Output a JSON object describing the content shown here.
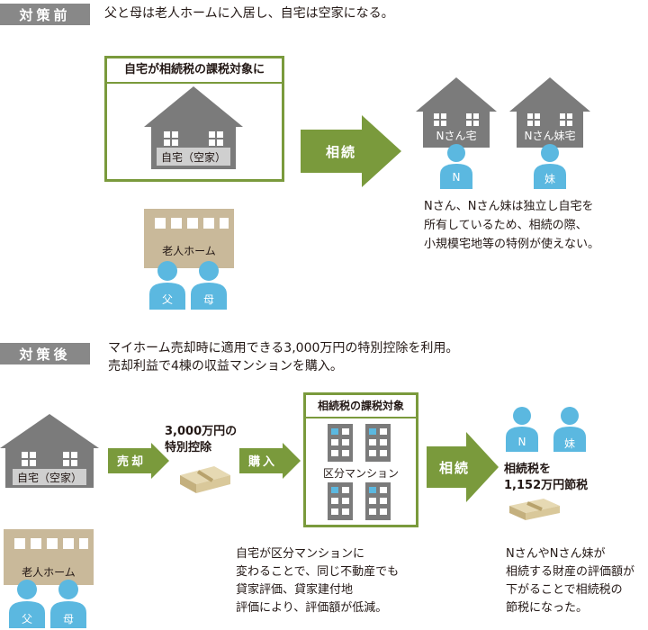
{
  "before": {
    "tag": "対策前",
    "description": "父と母は老人ホームに入居し、自宅は空家になる。",
    "box_title": "自宅が相続税の課税対象に",
    "house_label": "自宅（空家）",
    "arrow_label": "相続",
    "house_n_label": "Nさん宅",
    "house_sister_label": "Nさん妹宅",
    "person_n": "N",
    "person_sister": "妹",
    "note_lines": [
      "Nさん、Nさん妹は独立し自宅を",
      "所有しているため、相続の際、",
      "小規模宅地等の特例が使えない。"
    ],
    "nursing_home_label": "老人ホーム",
    "father": "父",
    "mother": "母"
  },
  "after": {
    "tag": "対策後",
    "description_lines": [
      "マイホーム売却時に適用できる3,000万円の特別控除を利用。",
      "売却利益で4棟の収益マンションを購入。"
    ],
    "house_label": "自宅（空家）",
    "sell_label": "売却",
    "deduction_lines": [
      "3,000万円の",
      "特別控除"
    ],
    "buy_label": "購入",
    "box_title": "相続税の課税対象",
    "condo_label": "区分マンション",
    "arrow_label": "相続",
    "person_n": "N",
    "person_sister": "妹",
    "savings_lines": [
      "相続税を",
      "1,152万円節税"
    ],
    "condo_note_lines": [
      "自宅が区分マンションに",
      "変わることで、同じ不動産でも",
      "貸家評価、貸家建付地",
      "評価により、評価額が低減。"
    ],
    "heir_note_lines": [
      "NさんやNさん妹が",
      "相続する財産の評価額が",
      "下がることで相続税の",
      "節税になった。"
    ],
    "nursing_home_label": "老人ホーム",
    "father": "父",
    "mother": "母"
  },
  "colors": {
    "tag_gray": "#888888",
    "green": "#7a9a3c",
    "house_gray": "#7b7b7b",
    "house_light": "#cfcfcf",
    "person_blue": "#5bb8e0",
    "nursing_tan": "#c9b99a",
    "money_tan": "#d9c89a"
  }
}
